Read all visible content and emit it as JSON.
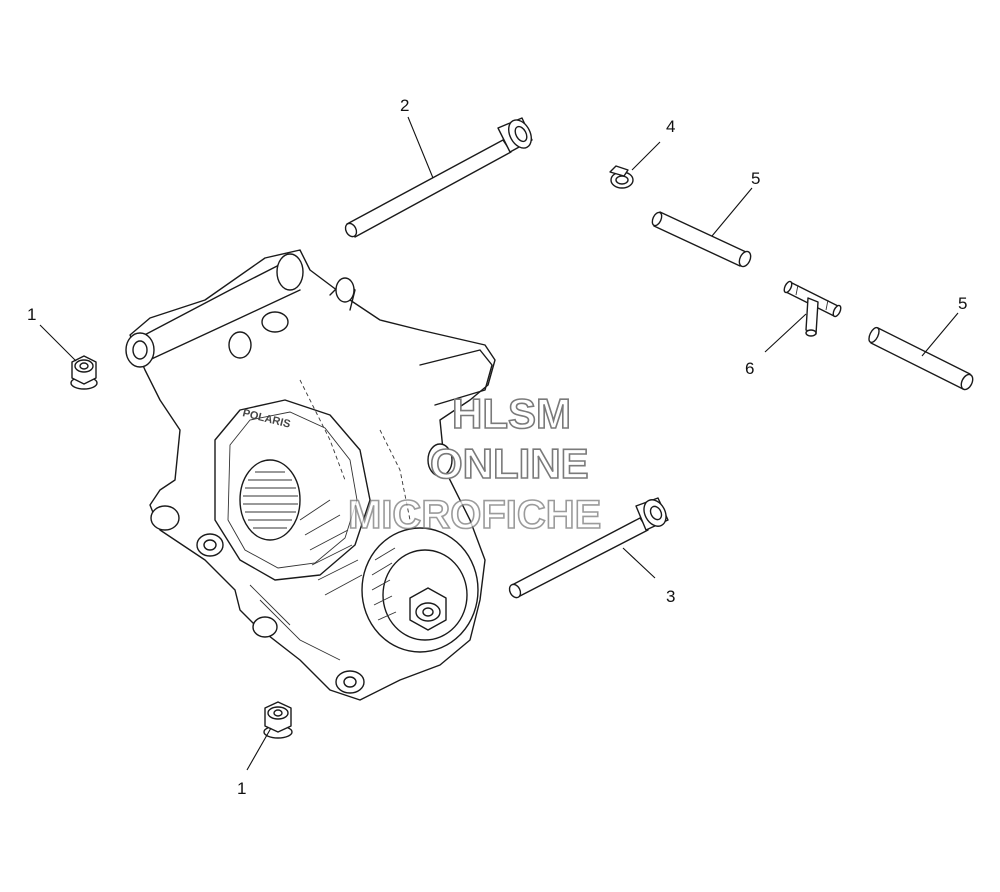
{
  "diagram": {
    "callouts": [
      {
        "id": "c1a",
        "label": "1"
      },
      {
        "id": "c1b",
        "label": "1"
      },
      {
        "id": "c2",
        "label": "2"
      },
      {
        "id": "c3",
        "label": "3"
      },
      {
        "id": "c4",
        "label": "4"
      },
      {
        "id": "c5a",
        "label": "5"
      },
      {
        "id": "c5b",
        "label": "5"
      },
      {
        "id": "c6",
        "label": "6"
      }
    ],
    "casting_text": "POLARIS",
    "watermark": {
      "line1": "HLSM",
      "line2": "ONLINE",
      "line3": "MICROFICHE"
    }
  }
}
